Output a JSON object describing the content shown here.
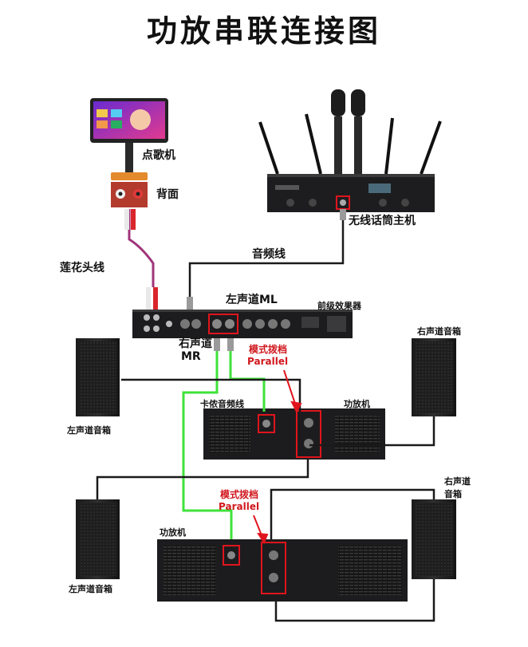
{
  "title": "功放串联连接图",
  "labels": {
    "song_machine": "点歌机",
    "rear_panel": "背面",
    "wireless_mic": "无线话筒主机",
    "audio_cable": "音频线",
    "rca_cable": "莲花头线",
    "left_channel_ml": "左声道ML",
    "pre_effector": "前级效果器",
    "right_channel_line1": "右声道",
    "right_channel_line2": "MR",
    "mode_switch_1_cn": "模式拨档",
    "mode_switch_1_en": "Parallel",
    "mode_switch_2_cn": "模式拨档",
    "mode_switch_2_en": "Parallel",
    "xlr_cable": "卡侬音频线",
    "amplifier_1": "功放机",
    "amplifier_2": "功放机",
    "left_speaker_top": "左声道音箱",
    "left_speaker_bottom": "左声道音箱",
    "right_speaker_top": "右声道音箱",
    "right_speaker_bottom_line1": "右声道",
    "right_speaker_bottom_line2": "音箱"
  },
  "colors": {
    "xlr_green": "#3fe23a",
    "cable_black": "#1a1a1a",
    "cable_purple": "#a0357a",
    "highlight_red": "#e0141c",
    "device_dark": "#1c1c1e"
  }
}
